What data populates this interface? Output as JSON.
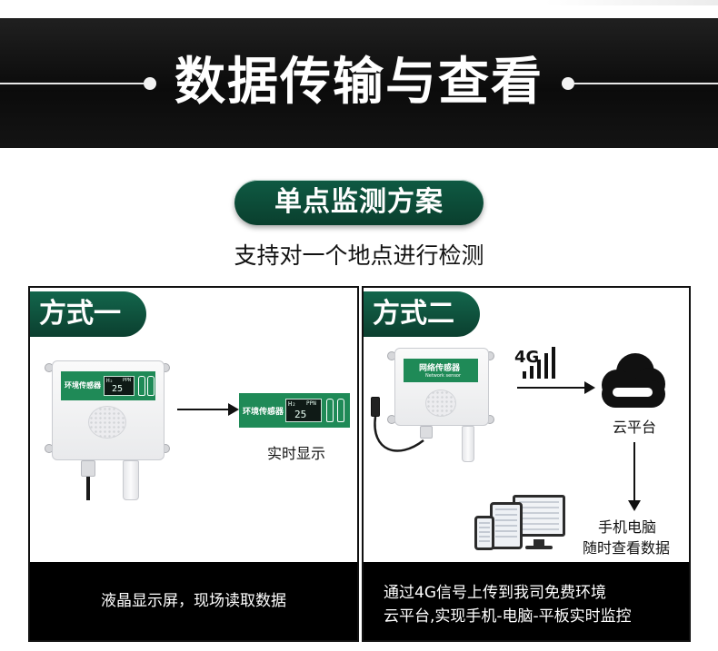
{
  "header": {
    "title": "数据传输与查看"
  },
  "section": {
    "pill": "单点监测方案",
    "subtitle": "支持对一个地点进行检测"
  },
  "panel1": {
    "tag": "方式一",
    "device": {
      "title": "环境传感器",
      "gas": "H₂",
      "unit": "PPN",
      "value": "25"
    },
    "display": {
      "title": "环境传感器",
      "gas": "H₂",
      "unit": "PPN",
      "value": "25"
    },
    "caption": "实时显示",
    "footer": "液晶显示屏，现场读取数据"
  },
  "panel2": {
    "tag": "方式二",
    "device": {
      "title": "网络传感器",
      "subtitle": "Network sensor"
    },
    "signal": "4G",
    "cloud_label": "云平台",
    "view_label_1": "手机电脑",
    "view_label_2": "随时查看数据",
    "footer_1": "通过4G信号上传到我司免费环境",
    "footer_2": "云平台,实现手机-电脑-平板实时监控"
  },
  "colors": {
    "accent_green": "#0f5a43",
    "device_green": "#1f8a57",
    "header_bg": "#111111"
  }
}
